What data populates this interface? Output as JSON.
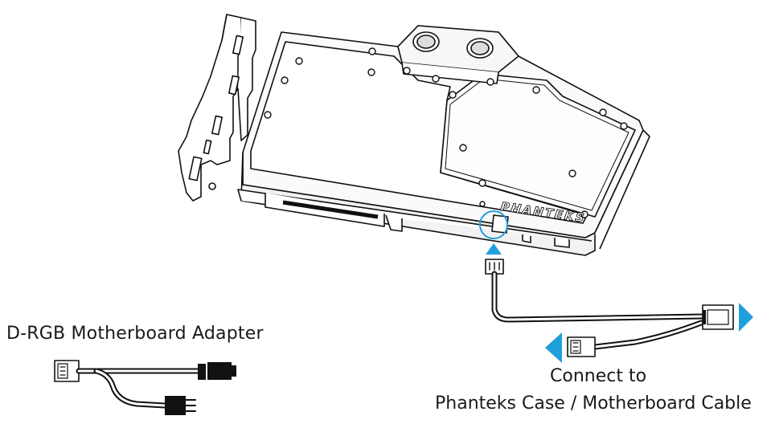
{
  "diagram": {
    "adapter_label": "D-RGB Motherboard Adapter",
    "connect_label_line1": "Connect to",
    "connect_label_line2": "Phanteks Case / Motherboard Cable",
    "brand_logo_text": "PHANTEKS",
    "accent_color": "#1f9fdc",
    "line_color": "#111111"
  }
}
